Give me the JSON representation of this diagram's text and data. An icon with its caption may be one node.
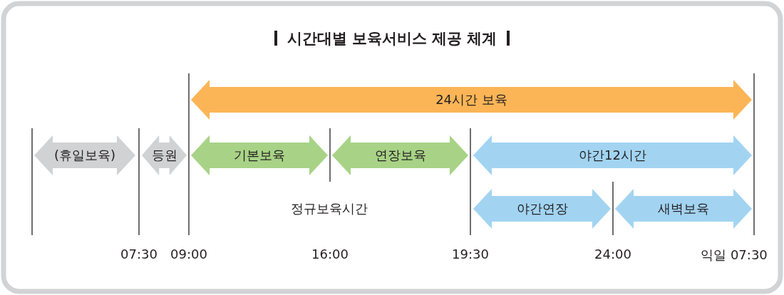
{
  "diagram": {
    "title": "시간대별 보육서비스 제공 체계",
    "nodes": [
      {
        "text": [
          "24시간 보육"
        ]
      },
      {
        "text": [
          "(휴일보육)"
        ]
      },
      {
        "text": [
          "등원"
        ]
      },
      {
        "text": [
          "기본보육"
        ]
      },
      {
        "text": [
          "연장보육"
        ]
      },
      {
        "text": [
          "야간12시간"
        ]
      },
      {
        "text": [
          "야간연장"
        ]
      },
      {
        "text": [
          "새벽보육"
        ]
      }
    ],
    "labels": [
      "정규보육시간",
      "07:30",
      "09:00",
      "16:00",
      "19:30",
      "24:00",
      "익일 07:30"
    ]
  }
}
